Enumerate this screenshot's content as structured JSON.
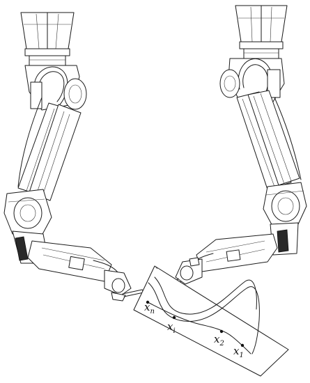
{
  "labels": {
    "xn": {
      "base": "x",
      "sub": "n"
    },
    "xi": {
      "base": "x",
      "sub": "i"
    },
    "x2": {
      "base": "x",
      "sub": "2"
    },
    "x1": {
      "base": "x",
      "sub": "1"
    }
  }
}
